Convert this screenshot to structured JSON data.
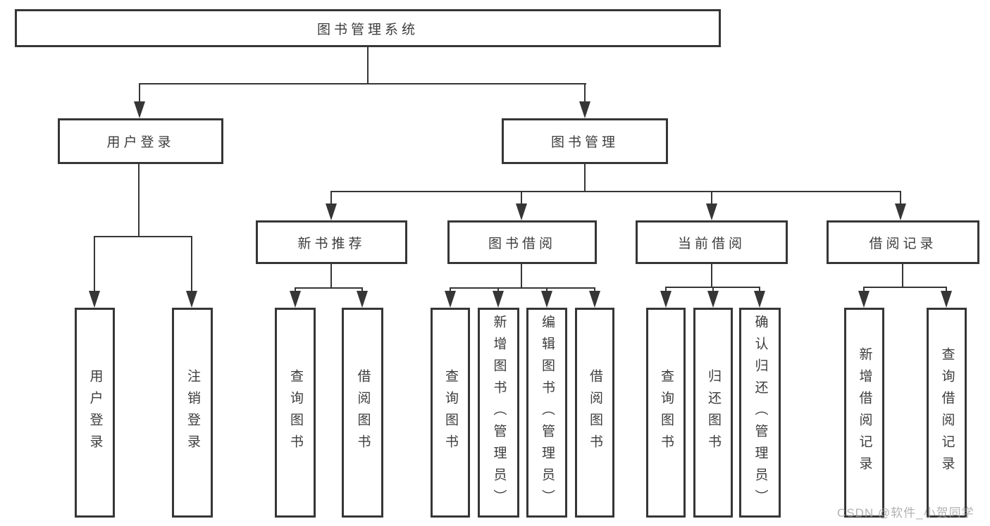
{
  "root": {
    "label": "图书管理系统"
  },
  "level2": {
    "user_login": {
      "label": "用户登录"
    },
    "book_mgmt": {
      "label": "图书管理"
    }
  },
  "level3": {
    "new_book": {
      "label": "新书推荐"
    },
    "book_borrow": {
      "label": "图书借阅"
    },
    "current_borrow": {
      "label": "当前借阅"
    },
    "borrow_record": {
      "label": "借阅记录"
    }
  },
  "leaves": {
    "login": "用户登录",
    "logout": "注销登录",
    "nb_query": "查询图书",
    "nb_borrow": "借阅图书",
    "bb_query": "查询图书",
    "bb_add": "新增图书（管理员）",
    "bb_edit": "编辑图书（管理员）",
    "bb_borrow": "借阅图书",
    "cb_query": "查询图书",
    "cb_return": "归还图书",
    "cb_confirm": "确认归还（管理员）",
    "br_add": "新增借阅记录",
    "br_query": "查询借阅记录"
  },
  "watermark": "CSDN @软件_小贺同学"
}
